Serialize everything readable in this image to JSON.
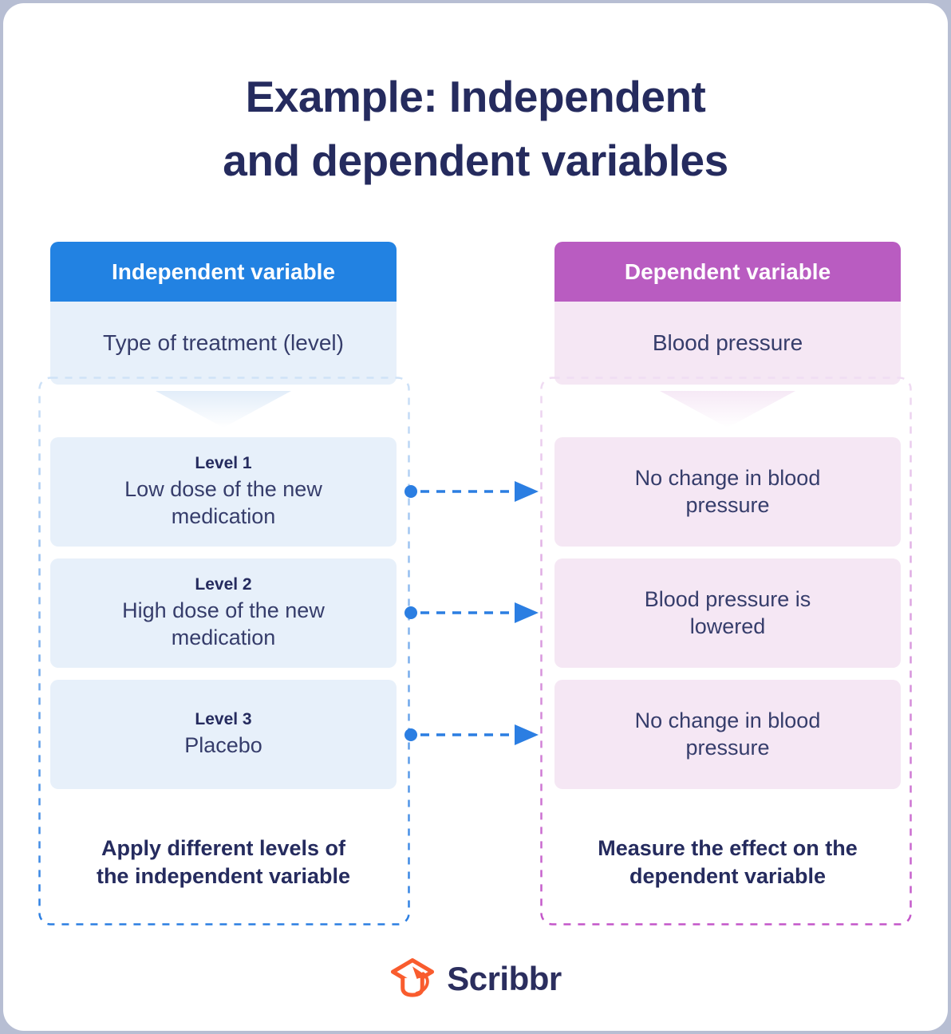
{
  "title": {
    "line1": "Example: Independent",
    "line2": "and dependent variables"
  },
  "columns": {
    "independent": {
      "header": "Independent variable",
      "value": "Type of treatment (level)",
      "levels": [
        {
          "label": "Level 1",
          "text": "Low dose of the new medication"
        },
        {
          "label": "Level 2",
          "text": "High dose of the new medication"
        },
        {
          "label": "Level 3",
          "text": "Placebo"
        }
      ],
      "caption": "Apply different levels of the independent variable",
      "colors": {
        "header_bg": "#2282e2",
        "body_bg": "#e7f0fa",
        "dashed_border": "#2b7ee2",
        "dashed_border_faded": "#cfe2f7"
      }
    },
    "dependent": {
      "header": "Dependent variable",
      "value": "Blood pressure",
      "outcomes": [
        {
          "text": "No change in blood pressure"
        },
        {
          "text": "Blood pressure is lowered"
        },
        {
          "text": "No change in blood pressure"
        }
      ],
      "caption": "Measure the effect on the dependent variable",
      "colors": {
        "header_bg": "#b95cc1",
        "body_bg": "#f5e7f4",
        "dashed_border": "#c355c9",
        "dashed_border_faded": "#f0ddf3"
      }
    }
  },
  "connectors": [
    {
      "from": "Level 1",
      "to": "No change in blood pressure"
    },
    {
      "from": "Level 2",
      "to": "Blood pressure is lowered"
    },
    {
      "from": "Level 3",
      "to": "No change in blood pressure"
    }
  ],
  "footer": {
    "brand": "Scribbr",
    "logo_icon": "graduation-cap-icon",
    "colors": {
      "icon": "#f95c2e",
      "text": "#2b2e5e"
    }
  },
  "page_colors": {
    "background": "#b7bed3",
    "card": "#ffffff",
    "title_text": "#252b5e",
    "body_text": "#363d6b",
    "arrow": "#2b7ee2"
  }
}
